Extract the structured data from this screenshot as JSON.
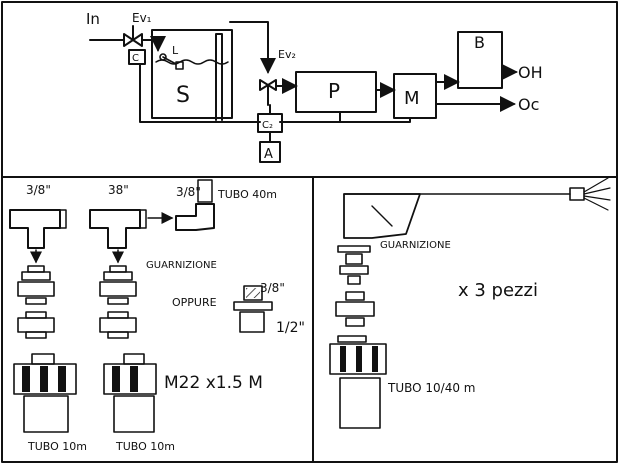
{
  "colors": {
    "ink": "#111111",
    "paper": "#ffffff"
  },
  "schema": {
    "in_label": "In",
    "ev1_label": "Ev₁",
    "c_label": "C",
    "l_label": "L",
    "ev2_label": "Ev₂",
    "s_label": "S",
    "p_label": "P",
    "m_label": "M",
    "b_label": "B",
    "c2_label": "C₂",
    "a_label": "A",
    "oh_label": "OH",
    "oc_label": "Oc"
  },
  "fittings": {
    "size_a": "3/8\"",
    "size_b": "38\"",
    "size_c": "3/8\"",
    "tubo_40": "TUBO 40m",
    "guarnizione": "GUARNIZIONE",
    "oppure": "OPPURE",
    "alt_top": "3/8\"",
    "alt_bottom": "1/2\"",
    "thread_note": "M22 x1.5 M",
    "tubo_left": "TUBO 10m",
    "tubo_right": "TUBO 10m"
  },
  "nozzle": {
    "guarnizione": "GUARNIZIONE",
    "quantity": "x 3 pezzi",
    "tubo": "TUBO 10/40 m"
  }
}
